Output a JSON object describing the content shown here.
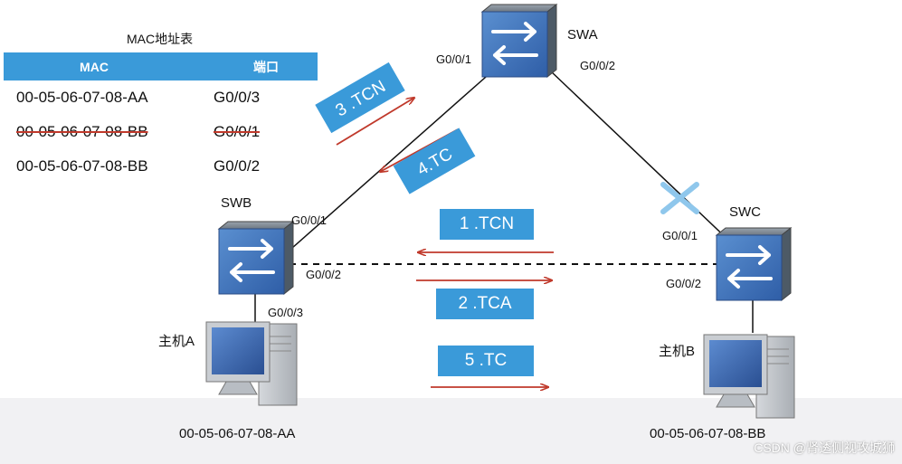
{
  "mac_table": {
    "title": "MAC地址表",
    "headers": [
      "MAC",
      "端口"
    ],
    "rows": [
      {
        "mac": "00-05-06-07-08-AA",
        "port": "G0/0/3",
        "struck": false
      },
      {
        "mac": "00-05-06-07-08-BB",
        "port": "G0/0/1",
        "struck": true
      },
      {
        "mac": "00-05-06-07-08-BB",
        "port": "G0/0/2",
        "struck": false
      }
    ]
  },
  "switches": {
    "swa": {
      "name": "SWA",
      "port_left": "G0/0/1",
      "port_right": "G0/0/2"
    },
    "swb": {
      "name": "SWB",
      "port_top": "G0/0/1",
      "port_right": "G0/0/2",
      "port_bottom": "G0/0/3"
    },
    "swc": {
      "name": "SWC",
      "port_top": "G0/0/1",
      "port_left": "G0/0/2"
    }
  },
  "hosts": {
    "a": {
      "name": "主机A",
      "mac": "00-05-06-07-08-AA"
    },
    "b": {
      "name": "主机B",
      "mac": "00-05-06-07-08-BB"
    }
  },
  "messages": [
    "1 .TCN",
    "2 .TCA",
    "3 .TCN",
    "4.TC",
    "5 .TC"
  ],
  "watermark": "CSDN @肾透侧视攻城狮",
  "colors": {
    "tag_blue": "#3a9ad9",
    "arrow_red": "#c0392b",
    "blocked_x": "#8fc7ec"
  }
}
